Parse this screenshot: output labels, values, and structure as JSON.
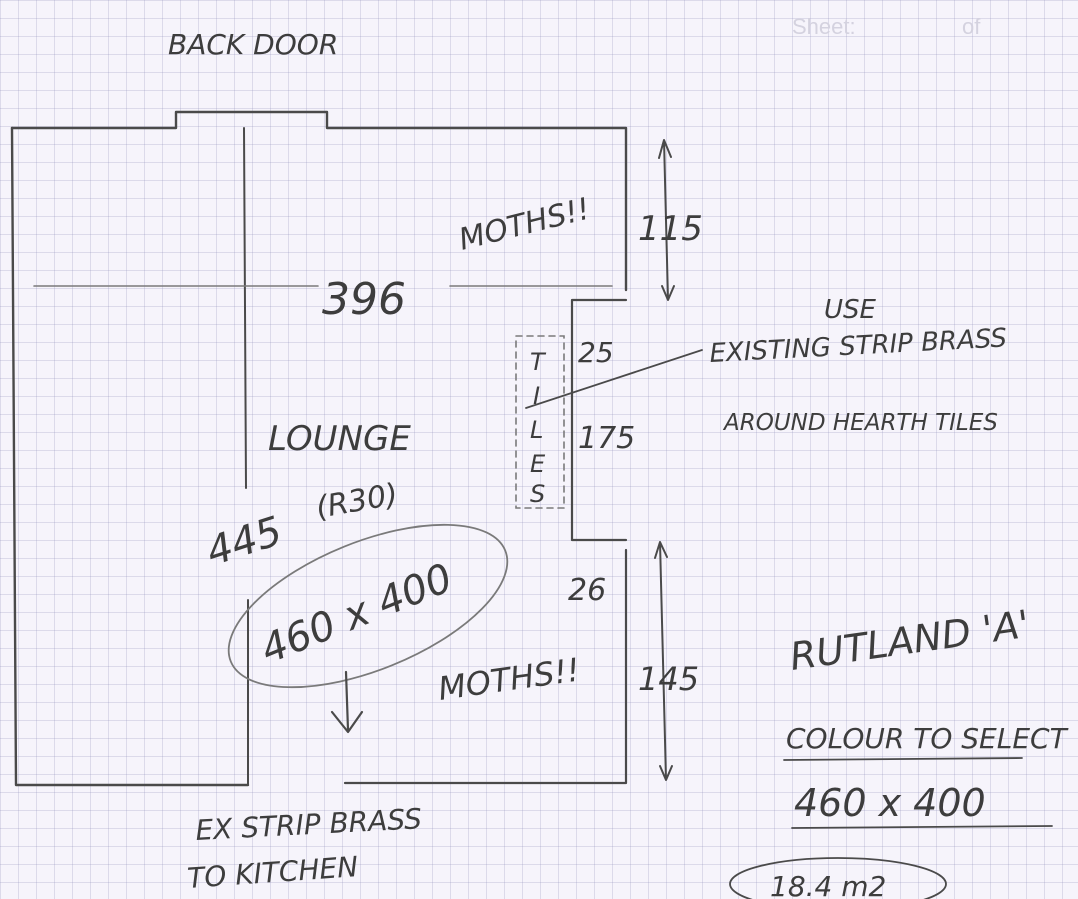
{
  "sheet": {
    "label": "Sheet:",
    "of_label": "of"
  },
  "labels": {
    "back_door": "BACK DOOR",
    "width": "396",
    "moths_top": "MOTHS!!",
    "top_right_dim": "115",
    "use": "USE",
    "existing_strip": "EXISTING STRIP BRASS",
    "around_hearth": "AROUND HEARTH TILES",
    "hearth_dim_top": "25",
    "hearth_dim": "175",
    "tiles_letters": [
      "T",
      "I",
      "L",
      "E",
      "S"
    ],
    "lounge": "LOUNGE",
    "lounge_code": "(R30)",
    "height": "445",
    "estimate": "460 x 400",
    "lower_gap": "26",
    "moths_bottom": "MOTHS!!",
    "lower_dim": "145",
    "ex_strip": "EX STRIP BRASS",
    "to_kitchen": "TO KITCHEN",
    "product": "RUTLAND 'A'",
    "colour": "COLOUR TO SELECT",
    "final_size": "460 x 400",
    "area": "18.4 m2"
  }
}
